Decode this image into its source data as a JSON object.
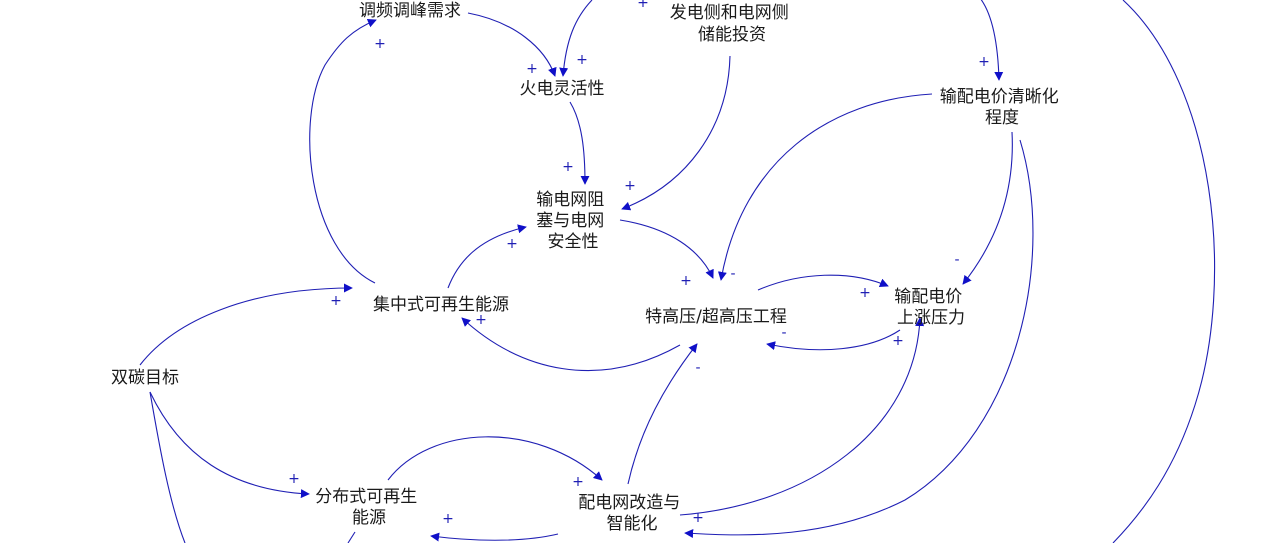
{
  "colors": {
    "link": "#1f1fb4",
    "arrowhead": "#1010c8",
    "text": "#1a1a1a",
    "background": "#ffffff"
  },
  "nodes": {
    "peak_demand": {
      "lines": [
        "调频调峰需求"
      ]
    },
    "storage": {
      "lines": [
        "发电侧和电网侧",
        "储能投资"
      ]
    },
    "thermal_flex": {
      "lines": [
        "火电灵活性"
      ]
    },
    "tariff_clarity": {
      "lines": [
        "输配电价清晰化",
        "程度"
      ]
    },
    "congestion": {
      "lines": [
        "输电网阻",
        "塞与电网",
        "安全性"
      ]
    },
    "uhv": {
      "lines": [
        "特高压/超高压工程"
      ]
    },
    "tariff_pressure": {
      "lines": [
        "输配电价",
        "上涨压力"
      ]
    },
    "central_re": {
      "lines": [
        "集中式可再生能源"
      ]
    },
    "carbon": {
      "lines": [
        "双碳目标"
      ]
    },
    "distributed_re": {
      "lines": [
        "分布式可再生",
        "能源"
      ]
    },
    "dist_grid": {
      "lines": [
        "配电网改造与",
        "智能化"
      ]
    }
  },
  "links": [
    {
      "id": "peak-to-thermal",
      "from": "peak_demand",
      "to": "thermal_flex",
      "polarity": "+"
    },
    {
      "id": "top-to-thermal",
      "from": "",
      "to": "thermal_flex",
      "polarity": "+"
    },
    {
      "id": "top-to-storage",
      "from": "",
      "to": "storage",
      "polarity": "+"
    },
    {
      "id": "top-to-tariff-clarity",
      "from": "",
      "to": "tariff_clarity",
      "polarity": "+"
    },
    {
      "id": "thermal-to-congestion",
      "from": "thermal_flex",
      "to": "congestion",
      "polarity": "+"
    },
    {
      "id": "storage-to-congestion",
      "from": "storage",
      "to": "congestion",
      "polarity": "+"
    },
    {
      "id": "central-to-peak",
      "from": "central_re",
      "to": "peak_demand",
      "polarity": "+"
    },
    {
      "id": "central-to-congestion",
      "from": "central_re",
      "to": "congestion",
      "polarity": "+"
    },
    {
      "id": "congestion-to-uhv",
      "from": "congestion",
      "to": "uhv",
      "polarity": "+"
    },
    {
      "id": "tariff-clarity-to-uhv",
      "from": "tariff_clarity",
      "to": "uhv",
      "polarity": "-"
    },
    {
      "id": "tariff-clarity-to-pressure",
      "from": "tariff_clarity",
      "to": "tariff_pressure",
      "polarity": "-"
    },
    {
      "id": "uhv-to-pressure",
      "from": "uhv",
      "to": "tariff_pressure",
      "polarity": "+"
    },
    {
      "id": "pressure-to-uhv",
      "from": "tariff_pressure",
      "to": "uhv",
      "polarity": "-"
    },
    {
      "id": "uhv-to-central",
      "from": "uhv",
      "to": "central_re",
      "polarity": "+"
    },
    {
      "id": "carbon-to-central",
      "from": "carbon",
      "to": "central_re",
      "polarity": "+"
    },
    {
      "id": "carbon-to-distributed",
      "from": "carbon",
      "to": "distributed_re",
      "polarity": "+"
    },
    {
      "id": "distributed-to-dist-grid",
      "from": "distributed_re",
      "to": "dist_grid",
      "polarity": "+"
    },
    {
      "id": "dist-grid-to-distributed",
      "from": "dist_grid",
      "to": "distributed_re",
      "polarity": "+"
    },
    {
      "id": "dist-grid-to-uhv",
      "from": "dist_grid",
      "to": "uhv",
      "polarity": "-"
    },
    {
      "id": "dist-grid-to-pressure",
      "from": "dist_grid",
      "to": "tariff_pressure",
      "polarity": "+"
    },
    {
      "id": "tariff-clarity-to-dist-grid",
      "from": "tariff_clarity",
      "to": "dist_grid",
      "polarity": "+"
    }
  ]
}
